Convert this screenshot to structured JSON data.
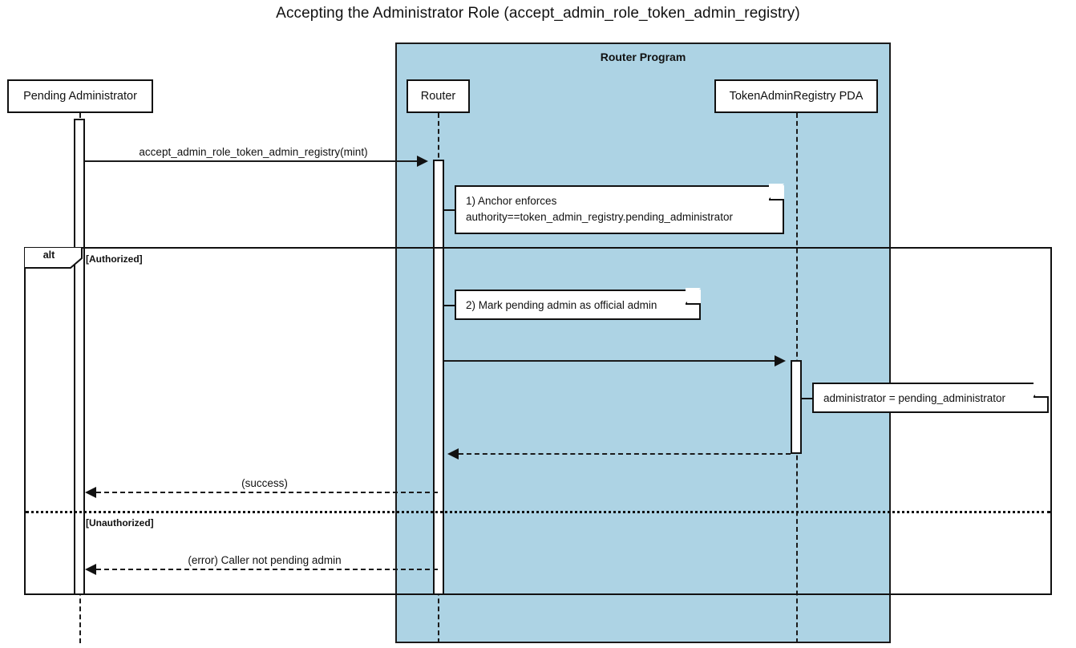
{
  "title": "Accepting the Administrator Role (accept_admin_role_token_admin_registry)",
  "colors": {
    "group_fill": "#add3e4",
    "stroke": "#111111",
    "background": "#ffffff"
  },
  "group": {
    "label": "Router Program"
  },
  "participants": [
    {
      "id": "pending-administrator",
      "label": "Pending Administrator"
    },
    {
      "id": "router",
      "label": "Router"
    },
    {
      "id": "token-admin-registry-pda",
      "label": "TokenAdminRegistry PDA"
    }
  ],
  "messages": [
    {
      "id": "call-accept-admin-role",
      "label": "accept_admin_role_token_admin_registry(mint)",
      "from": "pending-administrator",
      "to": "router",
      "style": "solid",
      "direction": "right"
    },
    {
      "id": "router-to-pda-write",
      "label": "",
      "from": "router",
      "to": "token-admin-registry-pda",
      "style": "solid",
      "direction": "right"
    },
    {
      "id": "pda-to-router-return",
      "label": "",
      "from": "token-admin-registry-pda",
      "to": "router",
      "style": "dashed",
      "direction": "left"
    },
    {
      "id": "return-success",
      "label": "(success)",
      "from": "router",
      "to": "pending-administrator",
      "style": "dashed",
      "direction": "left"
    },
    {
      "id": "return-error",
      "label": "(error) Caller not pending admin",
      "from": "router",
      "to": "pending-administrator",
      "style": "dashed",
      "direction": "left"
    }
  ],
  "notes": [
    {
      "id": "note-anchor-enforces",
      "line1": "1) Anchor enforces",
      "line2": "authority==token_admin_registry.pending_administrator"
    },
    {
      "id": "note-mark-pending-admin",
      "line1": "2) Mark pending admin as official admin"
    },
    {
      "id": "note-administrator-assignment",
      "line1": "administrator = pending_administrator"
    }
  ],
  "fragment": {
    "operator": "alt",
    "guards": [
      {
        "id": "guard-authorized",
        "label": "[Authorized]"
      },
      {
        "id": "guard-unauthorized",
        "label": "[Unauthorized]"
      }
    ]
  }
}
